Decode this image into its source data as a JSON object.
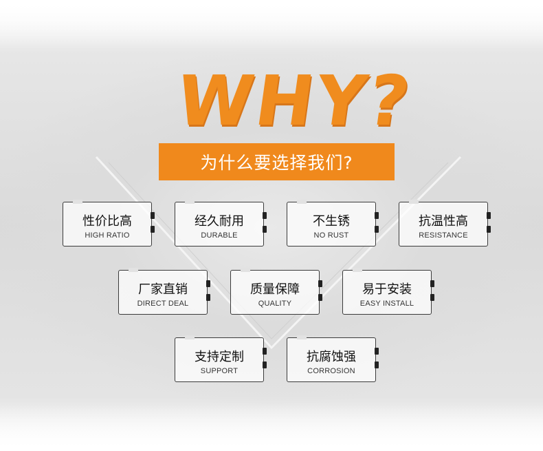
{
  "header": {
    "title": "WHY?",
    "subtitle": "为什么要选择我们?"
  },
  "colors": {
    "accent": "#f08c1e",
    "card_border": "#3a3a3a",
    "background": "#dcdcdc"
  },
  "features": [
    {
      "cn": "性价比高",
      "en": "HIGH RATIO"
    },
    {
      "cn": "经久耐用",
      "en": "DURABLE"
    },
    {
      "cn": "不生锈",
      "en": "NO RUST"
    },
    {
      "cn": "抗温性高",
      "en": "RESISTANCE"
    },
    {
      "cn": "厂家直销",
      "en": "DIRECT DEAL"
    },
    {
      "cn": "质量保障",
      "en": "QUALITY"
    },
    {
      "cn": "易于安装",
      "en": "EASY INSTALL"
    },
    {
      "cn": "支持定制",
      "en": "SUPPORT"
    },
    {
      "cn": "抗腐蚀强",
      "en": "CORROSION"
    }
  ]
}
